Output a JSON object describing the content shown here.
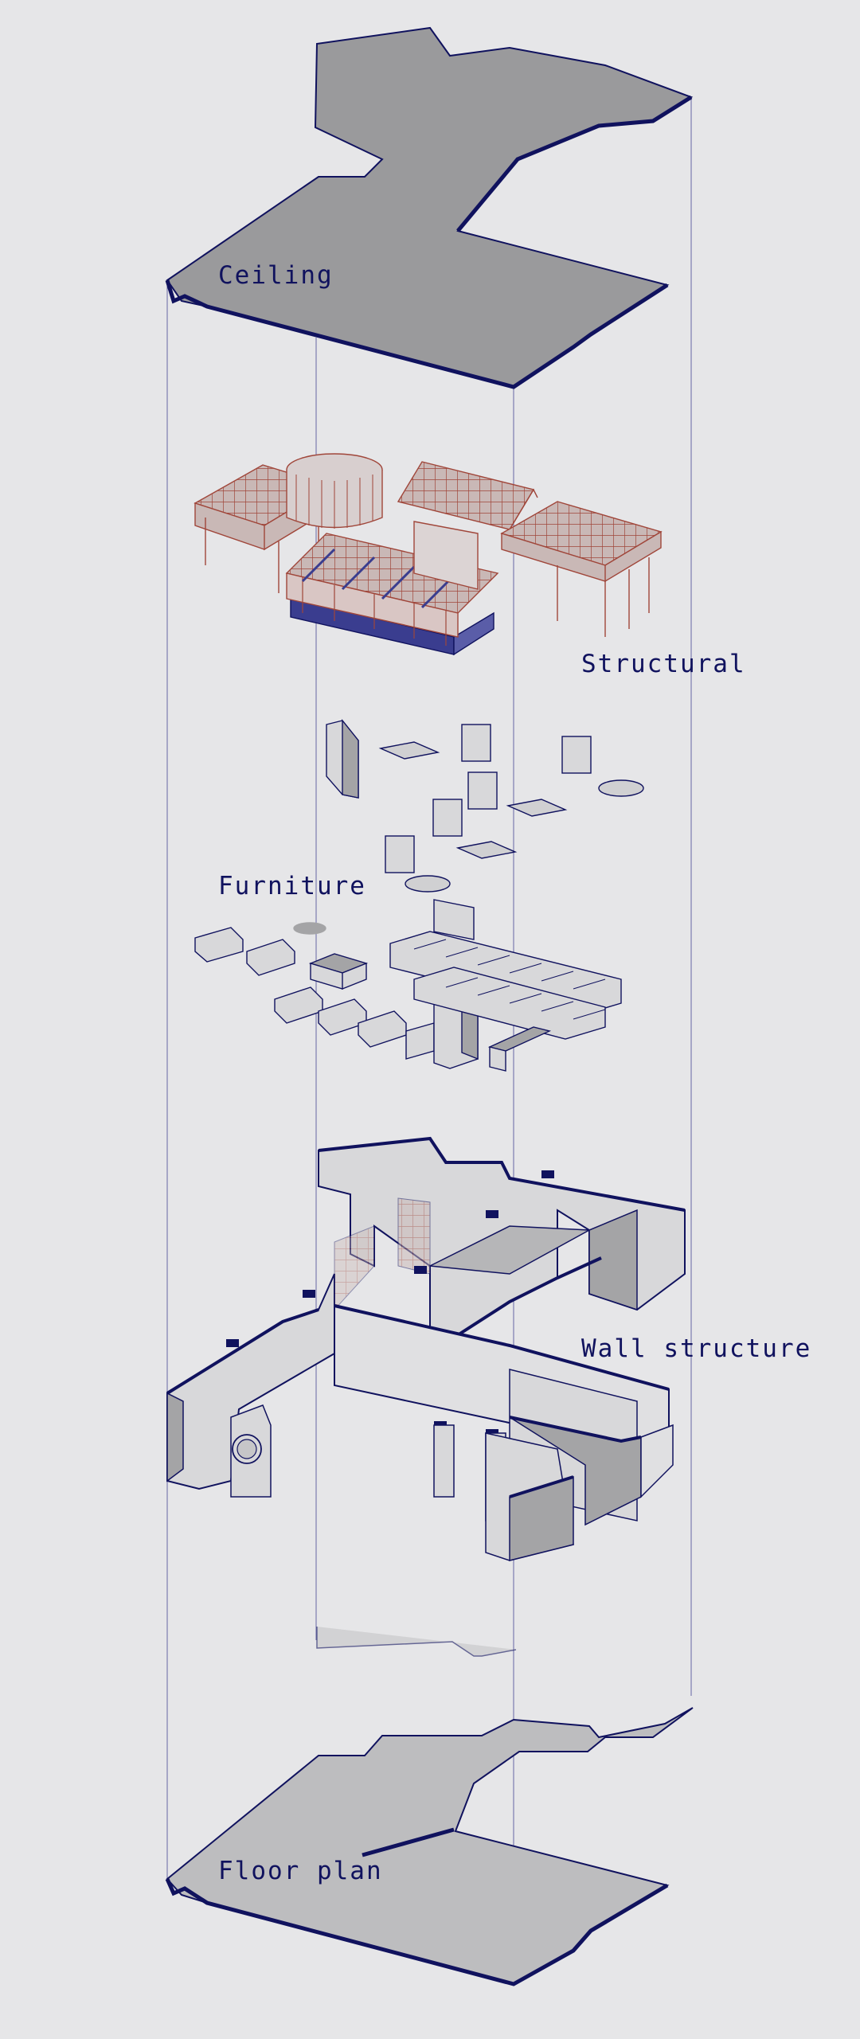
{
  "diagram": {
    "layers": [
      {
        "id": "ceiling",
        "label": "Ceiling"
      },
      {
        "id": "structural",
        "label": "Structural"
      },
      {
        "id": "furniture",
        "label": "Furniture"
      },
      {
        "id": "wall_structure",
        "label": "Wall structure"
      },
      {
        "id": "floor_plan",
        "label": "Floor plan"
      }
    ]
  },
  "colors": {
    "background": "#e6e6e8",
    "outline": "#10125e",
    "ceiling_fill": "#9a9a9c",
    "floor_fill": "#bdbdbf",
    "structural_wood": "#a0463a",
    "structural_blue": "#3a3d8f",
    "wall_light": "#dcdcde",
    "wall_dark": "#a4a4a6"
  }
}
